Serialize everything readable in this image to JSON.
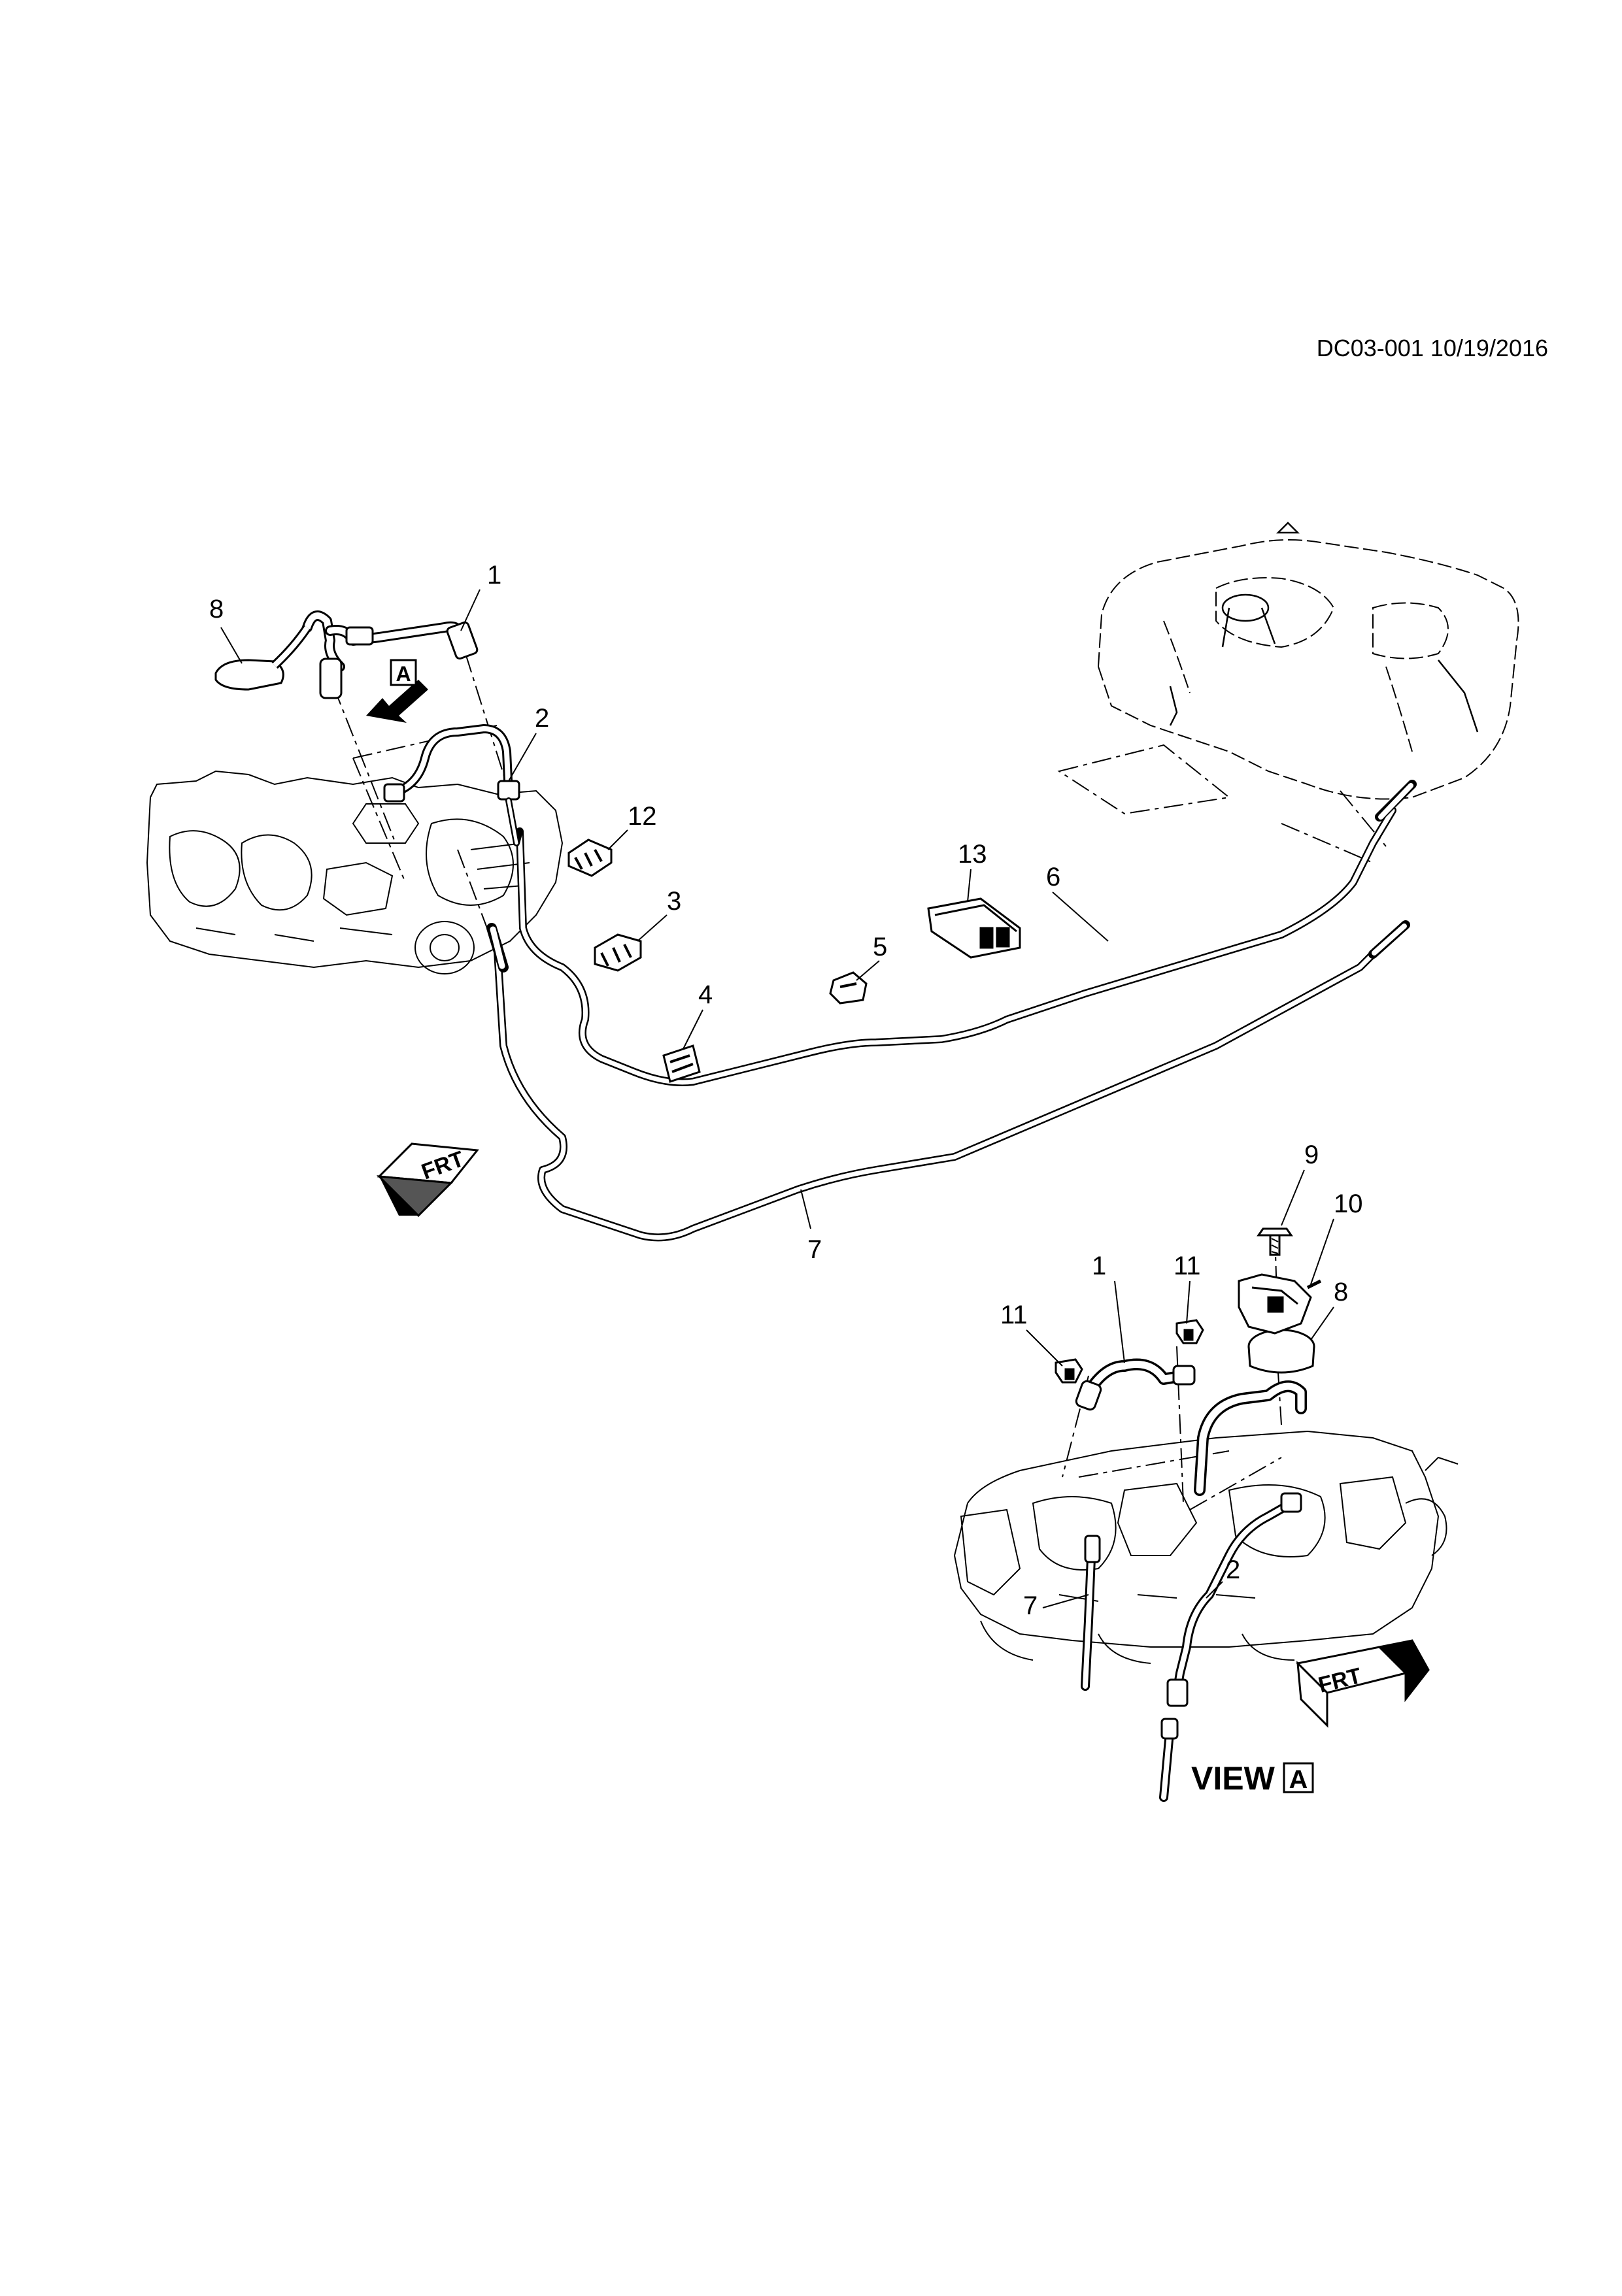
{
  "document": {
    "id_date": "DC03-001 10/19/2016",
    "view_label": "VIEW",
    "view_letter": "A",
    "frt_label": "FRT"
  },
  "callouts": {
    "c1": "1",
    "c2": "2",
    "c3": "3",
    "c4": "4",
    "c5": "5",
    "c6": "6",
    "c7": "7",
    "c8": "8",
    "c12": "12",
    "c13": "13",
    "v9": "9",
    "v10": "10",
    "v11a": "11",
    "v11b": "11",
    "v1": "1",
    "v8": "8",
    "v2": "2",
    "v7": "7"
  }
}
